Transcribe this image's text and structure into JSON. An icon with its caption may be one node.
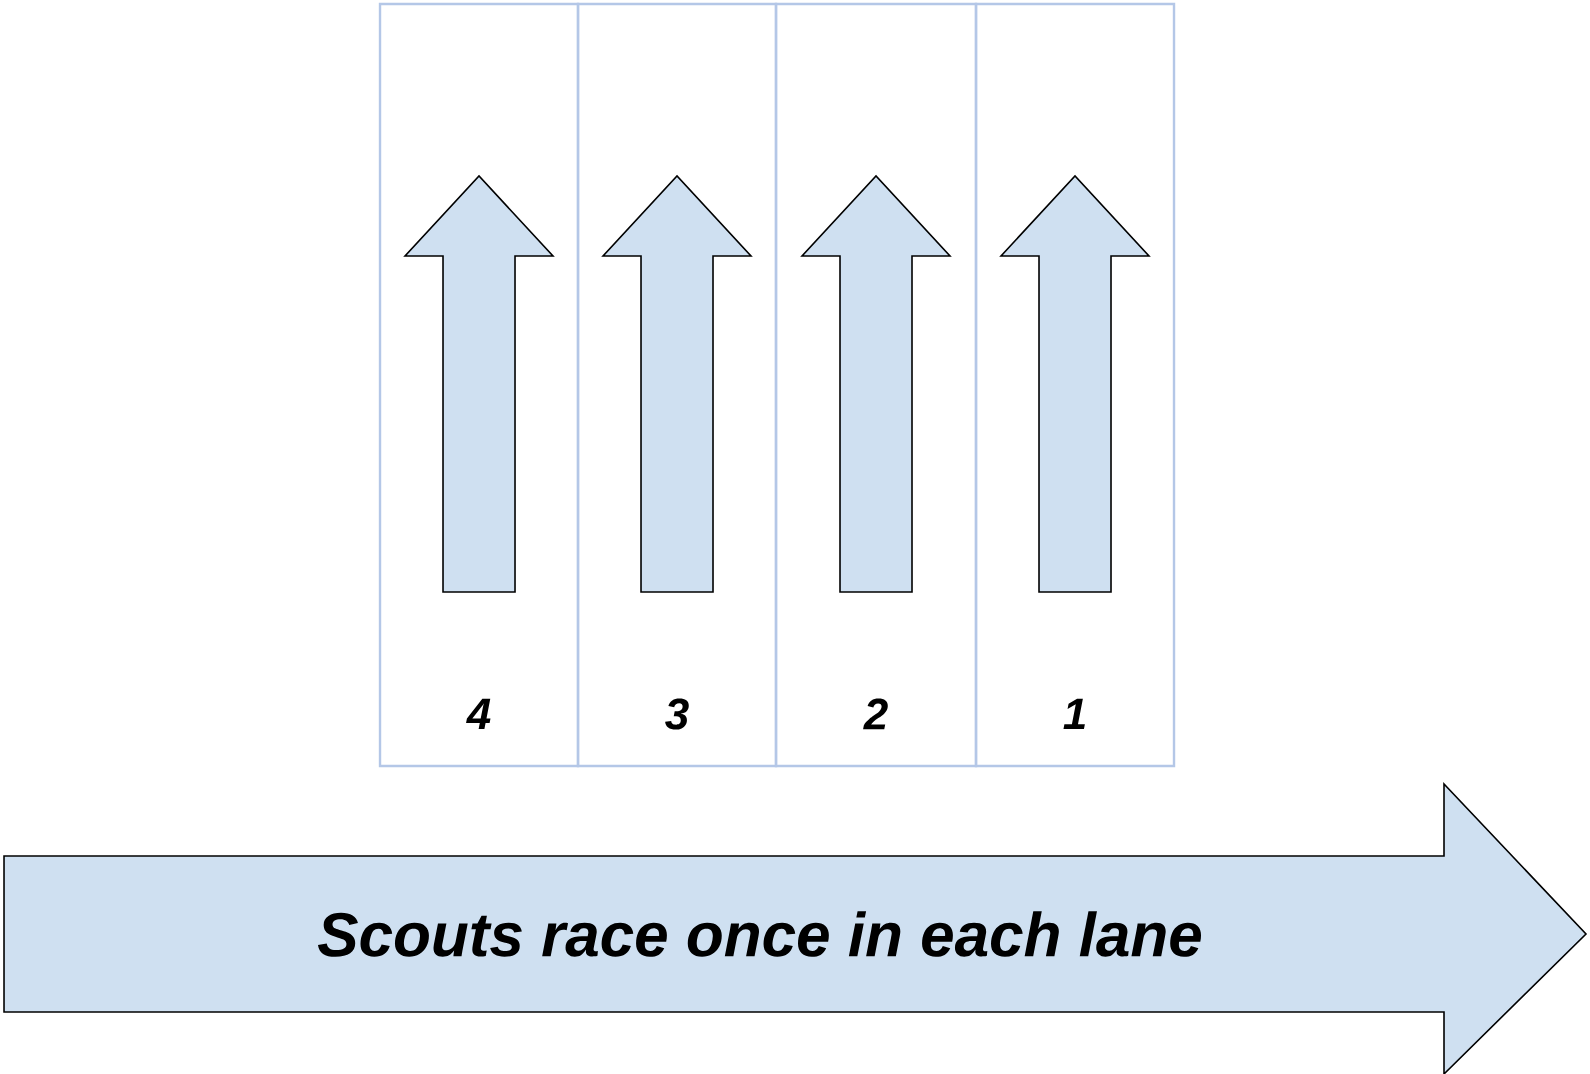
{
  "diagram": {
    "nodes": [
      {
        "text": [
          "4"
        ]
      },
      {
        "text": [
          "3"
        ]
      },
      {
        "text": [
          "2"
        ]
      },
      {
        "text": [
          "1"
        ]
      },
      {
        "text": [
          "Scouts race once in each lane"
        ]
      }
    ]
  }
}
